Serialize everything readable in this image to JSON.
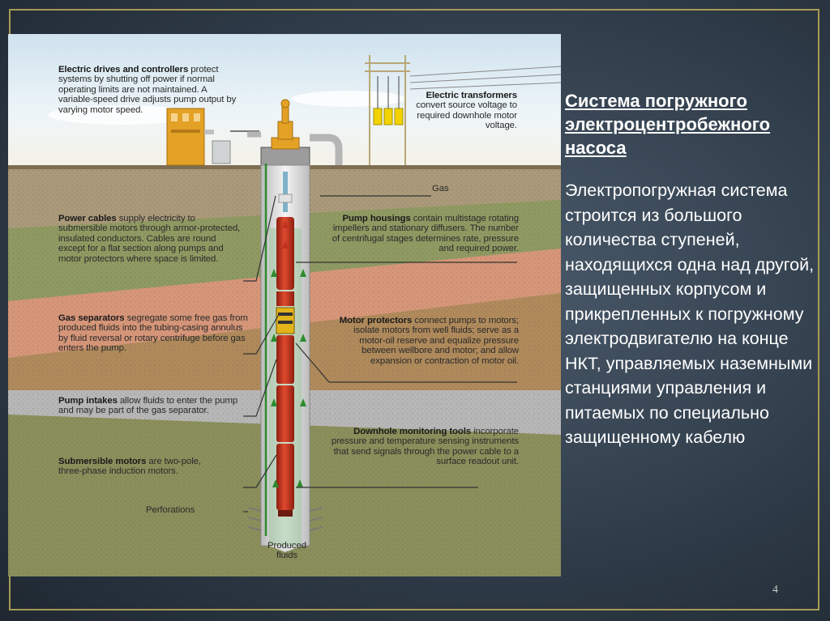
{
  "slide": {
    "title": "Система погружного электроцентробежного насоса",
    "body": "Электропогружная система строится из большого количества ступеней, находящихся одна над другой, защищенных корпусом и прикрепленных к погружному электродвигателю на конце НКТ, управляемых наземными станциями управления и питаемых по специально защищенному кабелю",
    "page_number": "4"
  },
  "diagram": {
    "electric_drives": {
      "title": "Electric drives and controllers",
      "text": " protect systems by shutting off power if normal operating limits are not maintained. A variable-speed drive adjusts pump output by varying motor speed."
    },
    "transformers": {
      "title": "Electric transformers",
      "text": " convert source voltage to required downhole motor voltage."
    },
    "gas": {
      "title": "Gas"
    },
    "power_cables": {
      "title": "Power cables",
      "text": " supply electricity to submersible motors through armor-protected, insulated conductors. Cables are round except for a flat section along pumps and motor protectors where space is limited."
    },
    "pump_housings": {
      "title": "Pump housings",
      "text": " contain multistage rotating impellers and stationary diffusers. The number of centrifugal stages determines rate, pressure and required power."
    },
    "gas_separators": {
      "title": "Gas separators",
      "text": " segregate some free gas from produced fluids into the tubing-casing annulus by fluid reversal or rotary centrifuge before gas enters the pump."
    },
    "motor_protectors": {
      "title": "Motor protectors",
      "text": " connect pumps to motors; isolate motors from well fluids; serve as a motor-oil reserve and equalize pressure between wellbore and motor; and allow expansion or contraction of motor oil."
    },
    "pump_intakes": {
      "title": "Pump intakes",
      "text": " allow fluids to enter the pump and may be part of the gas separator."
    },
    "monitoring_tools": {
      "title": "Downhole monitoring tools",
      "text": " incorporate pressure and temperature sensing instruments that send signals through the power cable to a surface readout unit."
    },
    "submersible_motors": {
      "title": "Submersible motors",
      "text": " are two-pole, three-phase induction motors."
    },
    "perforations": {
      "title": "Perforations"
    },
    "produced_fluids": {
      "title": "Produced fluids"
    }
  },
  "colors": {
    "background": "#2e3a47",
    "frame": "#a89a54",
    "pump_red": "#c0311d",
    "controller_orange": "#e3a126",
    "cable_green": "#2e8b2e"
  }
}
